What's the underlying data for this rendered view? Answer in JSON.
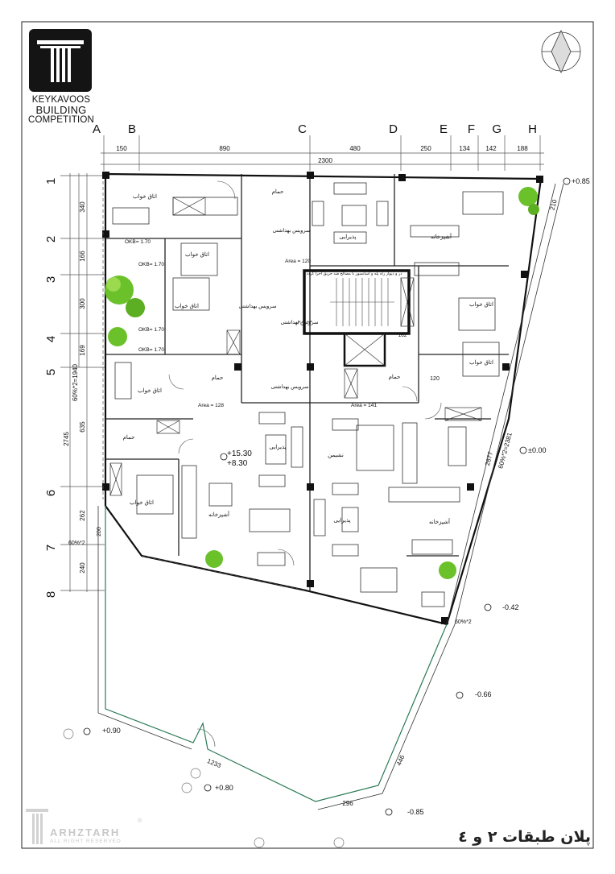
{
  "logo": {
    "line1": "KEYKAVOOS",
    "line2": "BUILDING",
    "line3": "COMPETITION",
    "icon": "column-t-logo"
  },
  "watermark": {
    "name": "ARHZTARH",
    "sub": "ALL RIGHT RESERVED",
    "reg": "®"
  },
  "sheet_title": "پلان طبقات ۲ و ٤",
  "grid_columns": [
    "A",
    "B",
    "C",
    "D",
    "E",
    "F",
    "G",
    "H"
  ],
  "grid_rows": [
    "1",
    "2",
    "3",
    "4",
    "5",
    "6",
    "7",
    "8"
  ],
  "top_dimensions": [
    "150",
    "890",
    "480",
    "250",
    "134",
    "142",
    "188"
  ],
  "top_total": "2300",
  "left_dimensions": [
    "340",
    "166",
    "300",
    "169",
    "635",
    "262",
    "240"
  ],
  "left_total_a": "60%*2=1940",
  "left_total_b": "2745",
  "diag_dims": {
    "right_top": "210",
    "right_long": "60%*2=2381",
    "right_mid": "2677",
    "bottom_left": "1233",
    "bottom_mid": "296",
    "bottom_right": "446",
    "left_lower": "200",
    "left_slope": "60%*2",
    "right_slope": "60%*2"
  },
  "levels": {
    "top_right": "+0.85",
    "mid_right": "±0.00",
    "lower_right": "-0.42",
    "yard_right": "-0.66",
    "yard_left": "+0.90",
    "yard_bottom_left": "+0.80",
    "bottom_mid": "-0.85",
    "floor_a": "+15.30",
    "floor_b": "+8.30"
  },
  "area_tags": [
    "Area = 120",
    "Area = 128",
    "Area = 141"
  ],
  "okb_tags": [
    "OKB= 1.70",
    "OKB= 1.70",
    "OKB= 1.70",
    "OKB= 1.70"
  ],
  "room_labels": {
    "bedroom": "اتاق خواب",
    "bath": "حمام",
    "wc": "سرویس بهداشتی",
    "living": "پذیرایی",
    "kitchen": "آشپزخانه",
    "sitting": "نشیمن",
    "stair_note": "در و دیوار راه پله و آسانسور با مصالح ضد حریق اجرا گردد",
    "stair_side": "ضد حریق",
    "elevator_no": "162"
  },
  "small_dims": [
    "120",
    "120"
  ]
}
